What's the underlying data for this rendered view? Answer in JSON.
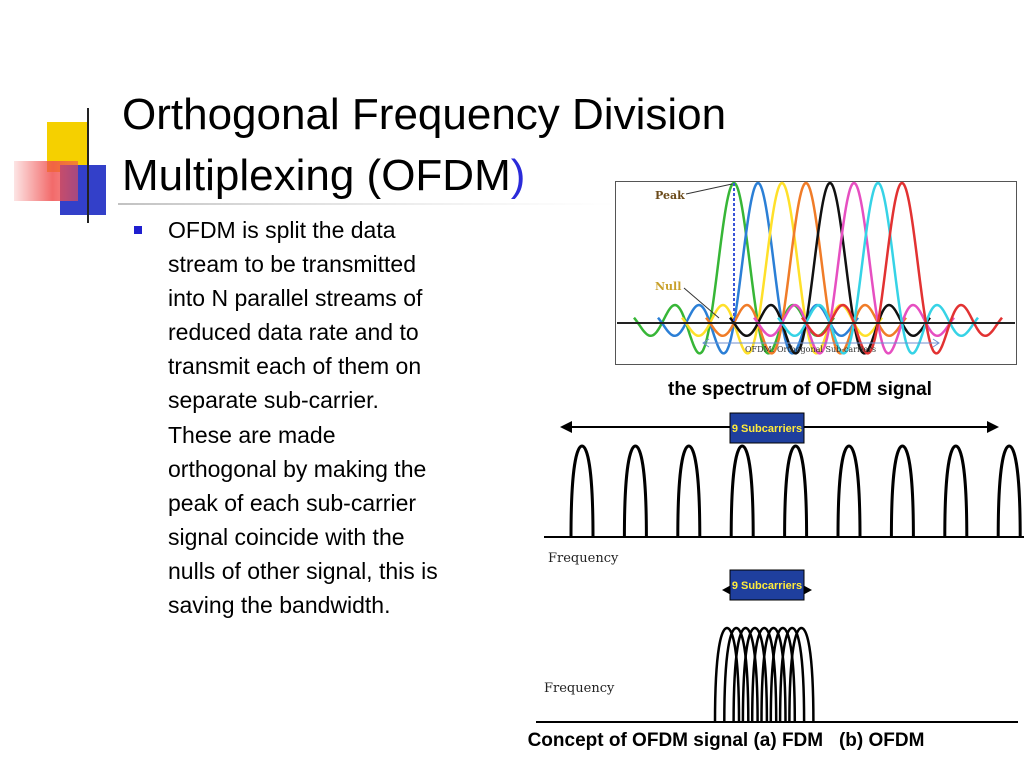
{
  "slide": {
    "title_main": "Orthogonal Frequency Division Multiplexing (OFDM",
    "title_paren": ")",
    "bullet": "OFDM is split the data stream to be transmitted into N parallel streams of reduced data rate and to transmit each of them on separate sub-carrier. These are made orthogonal by making the peak of each sub-carrier signal coincide with the nulls of other signal, this is saving the bandwidth."
  },
  "spectrum_figure": {
    "peak_label": "Peak",
    "null_label": "Null",
    "axis_caption": "OFDM: Orthogonal Sub-carriers",
    "caption": "the spectrum of OFDM signal",
    "subcarrier_colors": [
      "#37b637",
      "#2b7fd6",
      "#ffe02a",
      "#f07c28",
      "#111111",
      "#e64fc1",
      "#36d3e6",
      "#e23232"
    ]
  },
  "fdm_figure": {
    "fdm_badge": "9 Subcarriers",
    "fdm_axis_label": "Frequency",
    "ofdm_badge": "9 Subcarriers",
    "ofdm_axis_label": "Frequency",
    "caption": "Concept of OFDM signal (a) FDM   (b) OFDM"
  },
  "colors": {
    "accent": "#2b2bd9",
    "deco_yellow": "#f5d000",
    "deco_blue": "#3340c9",
    "deco_red": "#f05050",
    "badge": "#1f3f9e"
  }
}
